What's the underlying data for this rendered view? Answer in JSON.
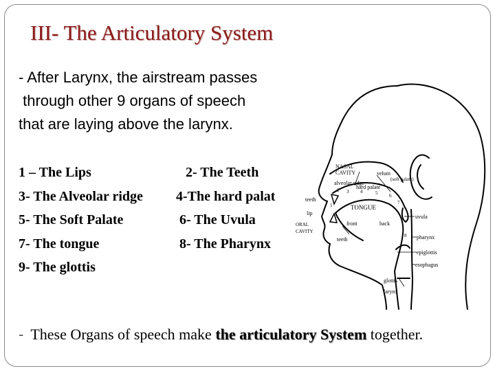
{
  "title": "III- The Articulatory System",
  "intro": [
    "- After Larynx, the airstream passes",
    " through other 9 organs of speech",
    "that are laying above the larynx."
  ],
  "organs": [
    [
      "1 – The Lips",
      "2- The Teeth"
    ],
    [
      "3- The Alveolar ridge",
      "4-The hard palat"
    ],
    [
      "5- The Soft Palate",
      "6- The Uvula"
    ],
    [
      "7- The tongue",
      "8- The Pharynx"
    ],
    [
      "9- The glottis",
      ""
    ]
  ],
  "footer": {
    "dash": "-",
    "before": "These Organs of speech make ",
    "bold": "the articulatory System",
    "after": " together."
  },
  "diagram_labels": {
    "nasal_cavity": [
      "NASAL",
      "CAVITY"
    ],
    "alveolar_ridge": "alveolar ridge",
    "velum": [
      "velum",
      "(soft palate)"
    ],
    "hard_palate": "hard palate",
    "teeth_upper": "teeth",
    "lip": "lip",
    "tongue": "TONGUE",
    "front": "front",
    "back": "back",
    "oral_cavity": [
      "ORAL",
      "CAVITY"
    ],
    "uvula": "uvula",
    "pharynx": "pharynx",
    "teeth_lower": "teeth",
    "epiglottis": "epiglottis",
    "esophagus": "esophagus",
    "glottis": "glottis",
    "larynx": "larynx",
    "numbers": [
      "1",
      "2",
      "3",
      "4",
      "5",
      "6",
      "7",
      "8"
    ]
  }
}
